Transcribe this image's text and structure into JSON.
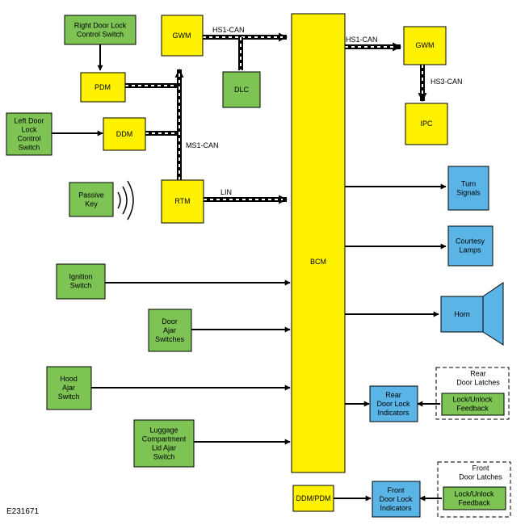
{
  "colors": {
    "green": "#7dc455",
    "yellow": "#fff200",
    "blue": "#5ab4e6",
    "line": "#000000"
  },
  "figure_id": "E231671",
  "blocks": {
    "right_door_switch": [
      "Right Door Lock",
      "Control Switch"
    ],
    "left_door_switch": [
      "Left Door",
      "Lock",
      "Control",
      "Switch"
    ],
    "pdm": [
      "PDM"
    ],
    "ddm": [
      "DDM"
    ],
    "gwm_left": [
      "GWM"
    ],
    "dlc": [
      "DLC"
    ],
    "rtm": [
      "RTM"
    ],
    "passive_key": [
      "Passive",
      "Key"
    ],
    "bcm": [
      "BCM"
    ],
    "gwm_right": [
      "GWM"
    ],
    "ipc": [
      "IPC"
    ],
    "turn_signals": [
      "Turn",
      "Signals"
    ],
    "courtesy_lamps": [
      "Courtesy",
      "Lamps"
    ],
    "horn": [
      "Horn"
    ],
    "ignition_switch": [
      "Ignition",
      "Switch"
    ],
    "door_ajar": [
      "Door",
      "Ajar",
      "Switches"
    ],
    "hood_ajar": [
      "Hood",
      "Ajar",
      "Switch"
    ],
    "luggage": [
      "Luggage",
      "Compartment",
      "Lid Ajar",
      "Switch"
    ],
    "rear_indicators": [
      "Rear",
      "Door Lock",
      "Indicators"
    ],
    "rear_latches": [
      "Rear",
      "Door Latches"
    ],
    "rear_feedback": [
      "Lock/Unlock",
      "Feedback"
    ],
    "ddm_pdm": [
      "DDM/PDM"
    ],
    "front_indicators": [
      "Front",
      "Door Lock",
      "Indicators"
    ],
    "front_latches": [
      "Front",
      "Door Latches"
    ],
    "front_feedback": [
      "Lock/Unlock",
      "Feedback"
    ]
  },
  "links": {
    "hs1_can_left": "HS1-CAN",
    "hs1_can_right": "HS1-CAN",
    "hs3_can": "HS3-CAN",
    "ms1_can": "MS1-CAN",
    "lin": "LIN"
  }
}
